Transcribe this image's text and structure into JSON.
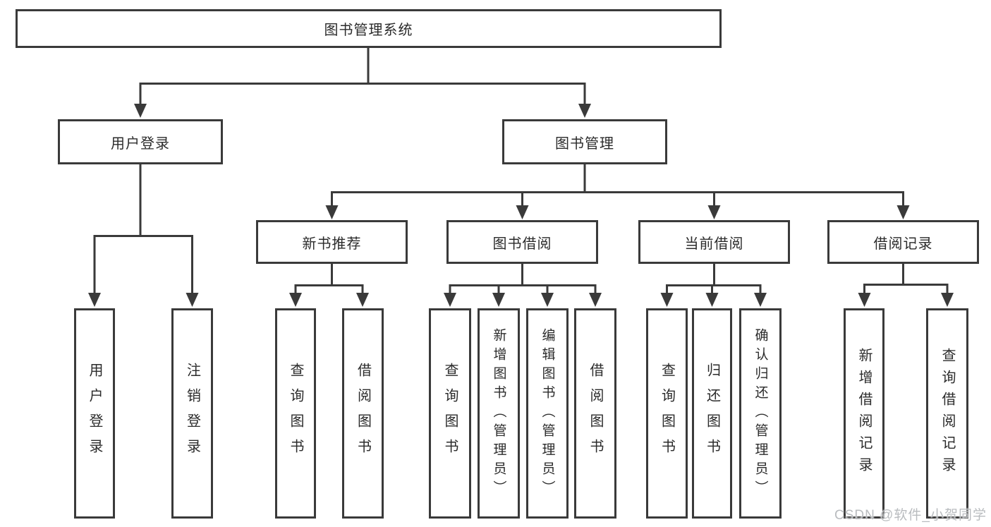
{
  "diagram": {
    "root": {
      "label": "图书管理系统"
    },
    "level2": [
      {
        "label": "用户登录"
      },
      {
        "label": "图书管理"
      }
    ],
    "level3": [
      {
        "label": "新书推荐",
        "parent": "图书管理"
      },
      {
        "label": "图书借阅",
        "parent": "图书管理"
      },
      {
        "label": "当前借阅",
        "parent": "图书管理"
      },
      {
        "label": "借阅记录",
        "parent": "图书管理"
      }
    ],
    "leaves": [
      {
        "label": "用户登录",
        "parent": "用户登录"
      },
      {
        "label": "注销登录",
        "parent": "用户登录"
      },
      {
        "label": "查询图书",
        "parent": "新书推荐"
      },
      {
        "label": "借阅图书",
        "parent": "新书推荐"
      },
      {
        "label": "查询图书",
        "parent": "图书借阅"
      },
      {
        "label": "新增图书（管理员）",
        "parent": "图书借阅"
      },
      {
        "label": "编辑图书（管理员）",
        "parent": "图书借阅"
      },
      {
        "label": "借阅图书",
        "parent": "图书借阅"
      },
      {
        "label": "查询图书",
        "parent": "当前借阅"
      },
      {
        "label": "归还图书",
        "parent": "当前借阅"
      },
      {
        "label": "确认归还（管理员）",
        "parent": "当前借阅"
      },
      {
        "label": "新增借阅记录",
        "parent": "借阅记录"
      },
      {
        "label": "查询借阅记录",
        "parent": "借阅记录"
      }
    ],
    "watermark": "CSDN @软件_小贺同学",
    "colors": {
      "line": "#3a3a3a",
      "text": "#2b2b2b",
      "background": "#ffffff",
      "watermark": "#b9bcbf"
    }
  }
}
